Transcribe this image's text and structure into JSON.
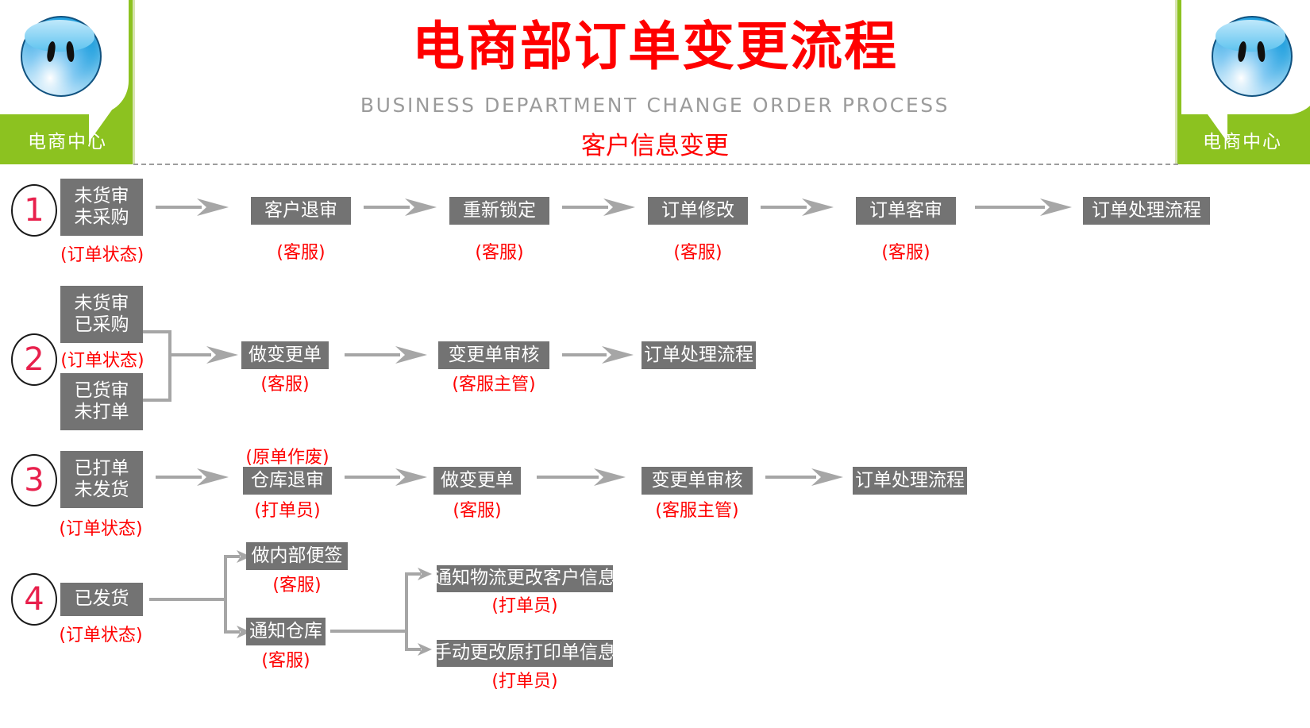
{
  "header": {
    "title_cn": "电商部订单变更流程",
    "title_en": "BUSINESS DEPARTMENT CHANGE ORDER PROCESS",
    "subtitle_cn": "客户信息变更",
    "title_color": "#ff0000",
    "subtitle_en_color": "#9b9b9b"
  },
  "logo": {
    "caption": "电商中心",
    "panel_color": "#8cc220",
    "face_color": "#1b9ede"
  },
  "theme": {
    "node_fill": "#737373",
    "node_text": "#ffffff",
    "arrow_color": "#a6a6a6",
    "role_color": "#ff0000",
    "circle_number_color": "#e8204c"
  },
  "flow": {
    "rows": [
      {
        "number": "1",
        "status_label": "(订单状态)",
        "start": {
          "lines": [
            "未货审",
            "未采购"
          ]
        },
        "steps": [
          {
            "label": "客户退审",
            "role": "(客服)"
          },
          {
            "label": "重新锁定",
            "role": "(客服)"
          },
          {
            "label": "订单修改",
            "role": "(客服)"
          },
          {
            "label": "订单客审",
            "role": "(客服)"
          },
          {
            "label": "订单处理流程",
            "role": ""
          }
        ]
      },
      {
        "number": "2",
        "status_label": "(订单状态)",
        "start_a": {
          "lines": [
            "未货审",
            "已采购"
          ]
        },
        "start_b": {
          "lines": [
            "已货审",
            "未打单"
          ]
        },
        "steps": [
          {
            "label": "做变更单",
            "role": "(客服)"
          },
          {
            "label": "变更单审核",
            "role": "(客服主管)"
          },
          {
            "label": "订单处理流程",
            "role": ""
          }
        ]
      },
      {
        "number": "3",
        "status_label": "(订单状态)",
        "start": {
          "lines": [
            "已打单",
            "未发货"
          ]
        },
        "steps": [
          {
            "label": "仓库退审",
            "role": "(打单员)",
            "note": "(原单作废)"
          },
          {
            "label": "做变更单",
            "role": "(客服)"
          },
          {
            "label": "变更单审核",
            "role": "(客服主管)"
          },
          {
            "label": "订单处理流程",
            "role": ""
          }
        ]
      },
      {
        "number": "4",
        "status_label": "(订单状态)",
        "start": {
          "lines": [
            "已发货"
          ]
        },
        "branch_top": {
          "label": "做内部便签",
          "role": "(客服)"
        },
        "branch_bottom": {
          "label": "通知仓库",
          "role": "(客服)"
        },
        "sub_top": {
          "label": "通知物流更改客户信息",
          "role": "(打单员)"
        },
        "sub_bottom": {
          "label": "手动更改原打印单信息",
          "role": "(打单员)"
        }
      }
    ]
  }
}
